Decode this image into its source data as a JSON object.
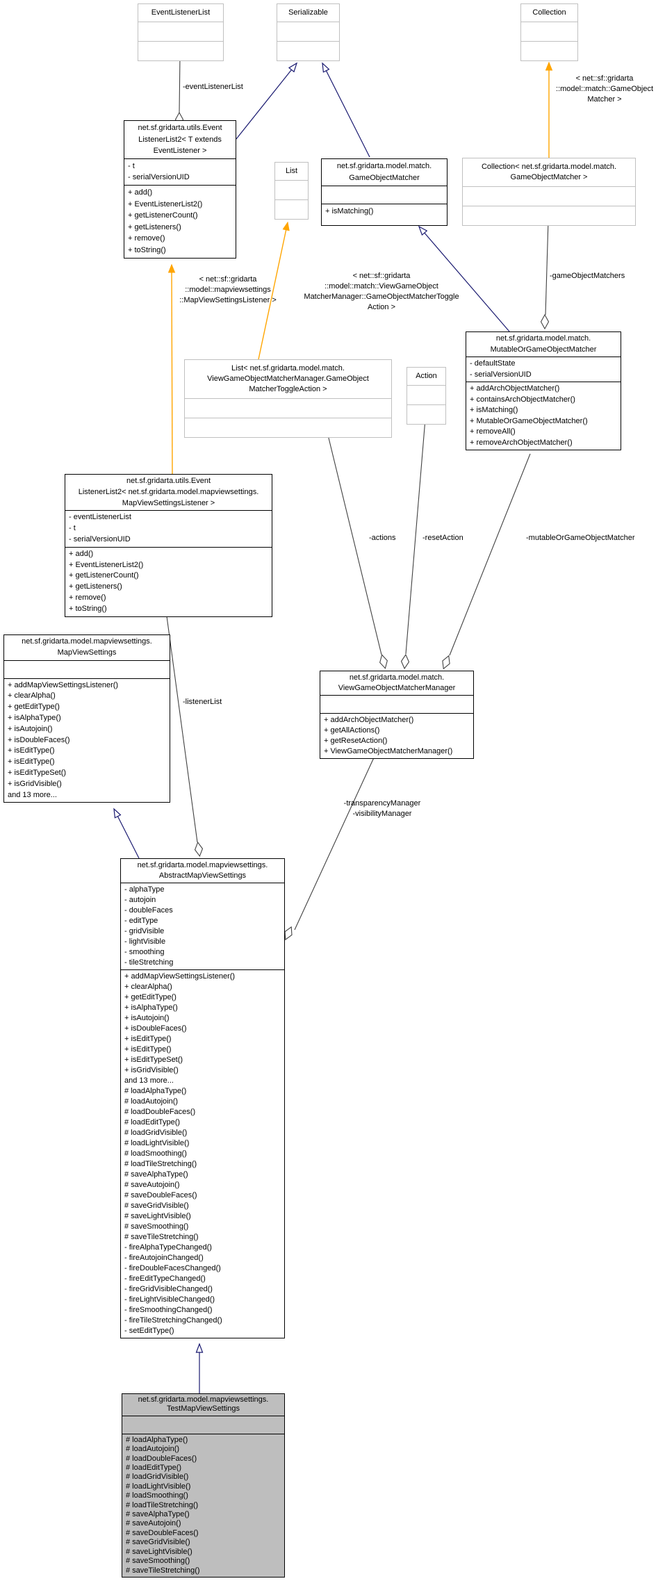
{
  "colors": {
    "inheritance_edge": "#191970",
    "template_edge": "#ffa500",
    "member_edge": "#404040",
    "node_border": "#000000",
    "external_node_border": "#c0c0c0",
    "node_fill": "#ffffff",
    "highlight_node_fill": "#bebebe",
    "text": "#000000",
    "background": "#ffffff"
  },
  "nodes": {
    "ell": {
      "title": [
        "EventListenerList"
      ],
      "attrs": [],
      "methods": []
    },
    "ser": {
      "title": [
        "Serializable"
      ],
      "attrs": [],
      "methods": []
    },
    "col": {
      "title": [
        "Collection"
      ],
      "attrs": [],
      "methods": []
    },
    "ell2g": {
      "title": [
        "net.sf.gridarta.utils.Event",
        "ListenerList2< T extends",
        "EventListener >"
      ],
      "attrs": [
        "- t",
        "- serialVersionUID"
      ],
      "methods": [
        "+ add()",
        "+ EventListenerList2()",
        "+ getListenerCount()",
        "+ getListeners()",
        "+ remove()",
        "+ toString()"
      ]
    },
    "list": {
      "title": [
        "List"
      ],
      "attrs": [],
      "methods": []
    },
    "gom": {
      "title": [
        "net.sf.gridarta.model.match.",
        "GameObjectMatcher"
      ],
      "attrs": [],
      "methods": [
        "+ isMatching()"
      ]
    },
    "colgom": {
      "title": [
        "Collection< net.sf.gridarta.model.match.",
        "GameObjectMatcher >"
      ],
      "attrs": [],
      "methods": []
    },
    "listta": {
      "title": [
        "List< net.sf.gridarta.model.match.",
        "ViewGameObjectMatcherManager.GameObject",
        "MatcherToggleAction >"
      ],
      "attrs": [],
      "methods": []
    },
    "act": {
      "title": [
        "Action"
      ],
      "attrs": [],
      "methods": []
    },
    "mogom": {
      "title": [
        "net.sf.gridarta.model.match.",
        "MutableOrGameObjectMatcher"
      ],
      "attrs": [
        "- defaultState",
        "- serialVersionUID"
      ],
      "methods": [
        "+ addArchObjectMatcher()",
        "+ containsArchObjectMatcher()",
        "+ isMatching()",
        "+ MutableOrGameObjectMatcher()",
        "+ removeAll()",
        "+ removeArchObjectMatcher()"
      ]
    },
    "ell2m": {
      "title": [
        "net.sf.gridarta.utils.Event",
        "ListenerList2< net.sf.gridarta.model.mapviewsettings.",
        "MapViewSettingsListener >"
      ],
      "attrs": [
        "- eventListenerList",
        "- t",
        "- serialVersionUID"
      ],
      "methods": [
        "+ add()",
        "+ EventListenerList2()",
        "+ getListenerCount()",
        "+ getListeners()",
        "+ remove()",
        "+ toString()"
      ]
    },
    "mvs": {
      "title": [
        "net.sf.gridarta.model.mapviewsettings.",
        "MapViewSettings"
      ],
      "attrs": [],
      "methods": [
        "+ addMapViewSettingsListener()",
        "+ clearAlpha()",
        "+ getEditType()",
        "+ isAlphaType()",
        "+ isAutojoin()",
        "+ isDoubleFaces()",
        "+ isEditType()",
        "+ isEditType()",
        "+ isEditTypeSet()",
        "+ isGridVisible()",
        "and 13 more..."
      ]
    },
    "vgomm": {
      "title": [
        "net.sf.gridarta.model.match.",
        "ViewGameObjectMatcherManager"
      ],
      "attrs": [],
      "methods": [
        "+ addArchObjectMatcher()",
        "+ getAllActions()",
        "+ getResetAction()",
        "+ ViewGameObjectMatcherManager()"
      ]
    },
    "amvs": {
      "title": [
        "net.sf.gridarta.model.mapviewsettings.",
        "AbstractMapViewSettings"
      ],
      "attrs": [
        "- alphaType",
        "- autojoin",
        "- doubleFaces",
        "- editType",
        "- gridVisible",
        "- lightVisible",
        "- smoothing",
        "- tileStretching"
      ],
      "methods": [
        "+ addMapViewSettingsListener()",
        "+ clearAlpha()",
        "+ getEditType()",
        "+ isAlphaType()",
        "+ isAutojoin()",
        "+ isDoubleFaces()",
        "+ isEditType()",
        "+ isEditType()",
        "+ isEditTypeSet()",
        "+ isGridVisible()",
        "and 13 more...",
        "# loadAlphaType()",
        "# loadAutojoin()",
        "# loadDoubleFaces()",
        "# loadEditType()",
        "# loadGridVisible()",
        "# loadLightVisible()",
        "# loadSmoothing()",
        "# loadTileStretching()",
        "# saveAlphaType()",
        "# saveAutojoin()",
        "# saveDoubleFaces()",
        "# saveGridVisible()",
        "# saveLightVisible()",
        "# saveSmoothing()",
        "# saveTileStretching()",
        "- fireAlphaTypeChanged()",
        "- fireAutojoinChanged()",
        "- fireDoubleFacesChanged()",
        "- fireEditTypeChanged()",
        "- fireGridVisibleChanged()",
        "- fireLightVisibleChanged()",
        "- fireSmoothingChanged()",
        "- fireTileStretchingChanged()",
        "- setEditType()"
      ]
    },
    "tmvs": {
      "title": [
        "net.sf.gridarta.model.mapviewsettings.",
        "TestMapViewSettings"
      ],
      "attrs": [],
      "methods": [
        "# loadAlphaType()",
        "# loadAutojoin()",
        "# loadDoubleFaces()",
        "# loadEditType()",
        "# loadGridVisible()",
        "# loadLightVisible()",
        "# loadSmoothing()",
        "# loadTileStretching()",
        "# saveAlphaType()",
        "# saveAutojoin()",
        "# saveDoubleFaces()",
        "# saveGridVisible()",
        "# saveLightVisible()",
        "# saveSmoothing()",
        "# saveTileStretching()"
      ]
    }
  },
  "edge_labels": {
    "event_listener_list": "-eventListenerList",
    "game_object_matchers": "-gameObjectMatchers",
    "actions": "-actions",
    "reset_action": "-resetAction",
    "mutable_or_game_object_matcher": "-mutableOrGameObjectMatcher",
    "listener_list": "-listenerList",
    "managers": [
      "-transparencyManager",
      "-visibilityManager"
    ],
    "template_collection": [
      "< net::sf::gridarta",
      "::model::match::GameObject",
      "Matcher >"
    ],
    "template_listener": [
      "< net::sf::gridarta",
      "::model::mapviewsettings",
      "::MapViewSettingsListener >"
    ],
    "template_toggle": [
      "< net::sf::gridarta",
      "::model::match::ViewGameObject",
      "MatcherManager::GameObjectMatcherToggle",
      "Action >"
    ]
  }
}
